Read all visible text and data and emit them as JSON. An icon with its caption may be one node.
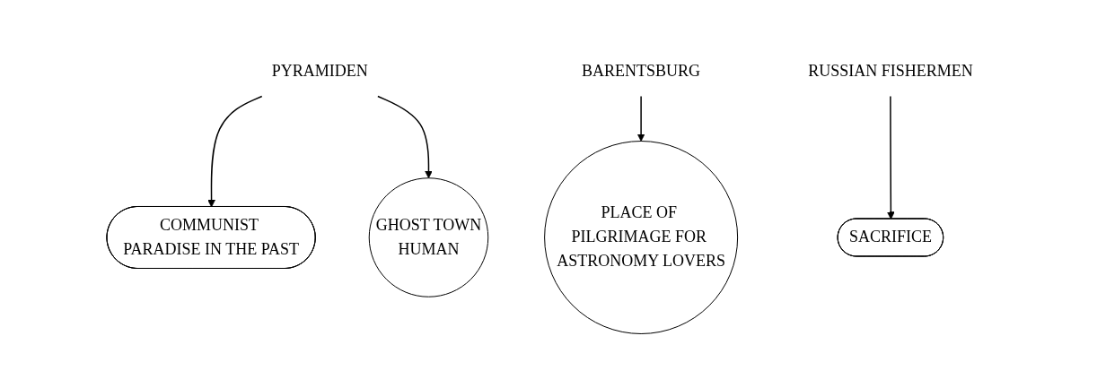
{
  "diagram": {
    "nodes": [
      {
        "text": [
          "PYRAMIDEN"
        ]
      },
      {
        "text": [
          "COMMUNIST PARADISE IN THE PAST"
        ]
      },
      {
        "text": [
          "GHOST TOWN",
          "HUMAN"
        ]
      },
      {
        "text": [
          "BARENTSBURG"
        ]
      },
      {
        "text": [
          "PLACE OF PILGRIMAGE FOR ASTRONOMY LOVERS"
        ]
      },
      {
        "text": [
          "RUSSIAN FISHERMEN"
        ]
      },
      {
        "text": [
          "SACRIFICE"
        ]
      }
    ],
    "edges": [
      {
        "from": 0,
        "to": 1,
        "arrow": "to"
      },
      {
        "from": 0,
        "to": 2,
        "arrow": "to"
      },
      {
        "from": 3,
        "to": 4,
        "arrow": "to"
      },
      {
        "from": 5,
        "to": 6,
        "arrow": "to"
      }
    ]
  }
}
